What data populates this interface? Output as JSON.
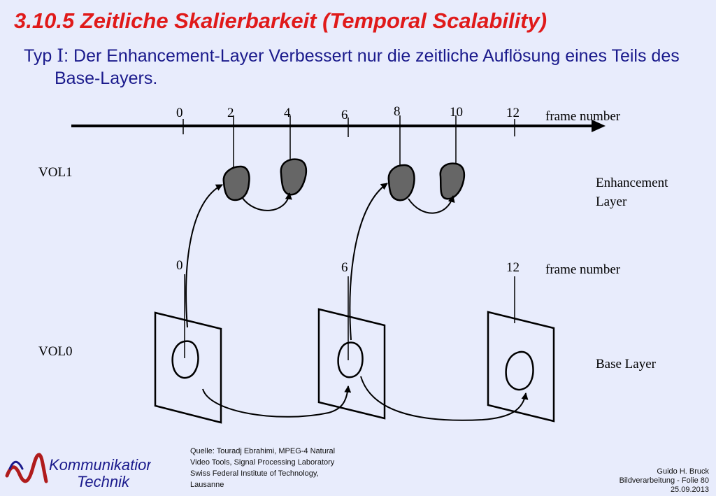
{
  "slide": {
    "title": "3.10.5 Zeitliche Skalierbarkeit (Temporal Scalability)",
    "subtitle_typ": "Typ ",
    "subtitle_roman": "I",
    "subtitle_line1": ": Der Enhancement-Layer Verbessert nur die zeitliche Auflösung eines Teils des",
    "subtitle_line2": "Base-Layers."
  },
  "diagram": {
    "top_axis_ticks": [
      "0",
      "2",
      "4",
      "6",
      "8",
      "10",
      "12"
    ],
    "top_axis_label": "frame number",
    "vol1_label": "VOL1",
    "enhancement_label_line1": "Enhancement",
    "enhancement_label_line2": "Layer",
    "mid_axis_ticks": [
      "0",
      "6",
      "12"
    ],
    "mid_axis_label": "frame number",
    "vol0_label": "VOL0",
    "base_label": "Base Layer",
    "colors": {
      "enhancement_fill": "#666666",
      "line": "#000000"
    }
  },
  "source": {
    "line1": "Quelle: Touradj Ebrahimi, MPEG-4 Natural",
    "line2": "Video Tools, Signal Processing Laboratory",
    "line3": "Swiss Federal Institute of Technology,",
    "line4": "Lausanne"
  },
  "logo": {
    "word1": "Kommunikations",
    "word2": "Technik"
  },
  "footer": {
    "author": "Guido H. Bruck",
    "course": "Bildverarbeitung - Folie 80",
    "date": "25.09.2013"
  }
}
